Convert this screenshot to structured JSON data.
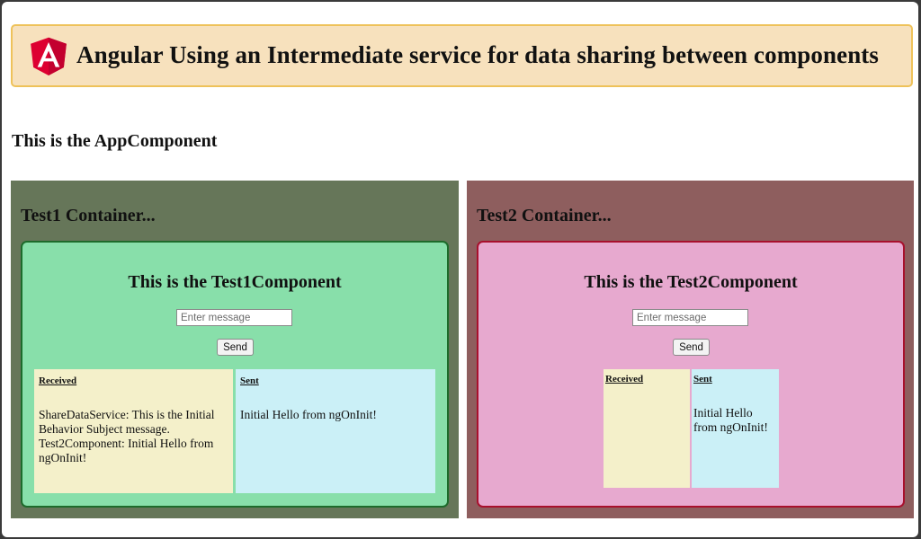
{
  "banner": {
    "title": "Angular Using an Intermediate service for data sharing between components",
    "logo_icon": "angular-logo-icon",
    "logo_letter": "A",
    "logo_color": "#dd0031"
  },
  "app": {
    "heading": "This is the AppComponent"
  },
  "test1": {
    "container_title": "Test1 Container...",
    "component_title": "This is the Test1Component",
    "input_placeholder": "Enter message",
    "input_value": "",
    "send_label": "Send",
    "received_label": "Received",
    "received_text": "ShareDataService: This is the Initial Behavior Subject message. Test2Component: Initial Hello from ngOnInit!",
    "sent_label": "Sent",
    "sent_text": "Initial Hello from ngOnInit!"
  },
  "test2": {
    "container_title": "Test2 Container...",
    "component_title": "This is the Test2Component",
    "input_placeholder": "Enter message",
    "input_value": "",
    "send_label": "Send",
    "received_label": "Received",
    "received_text": "",
    "sent_label": "Sent",
    "sent_text": "Initial Hello from ngOnInit!"
  },
  "colors": {
    "banner_bg": "#f7e1bd",
    "banner_border": "#eec25a",
    "test1_outer": "#667659",
    "test1_card": "#88dfaa",
    "test1_border": "#1d6b2b",
    "test2_outer": "#8e5e5e",
    "test2_card": "#e7a9cf",
    "test2_border": "#a8102d",
    "received_bg": "#f4f0ca",
    "sent_bg": "#cbf0f7"
  }
}
